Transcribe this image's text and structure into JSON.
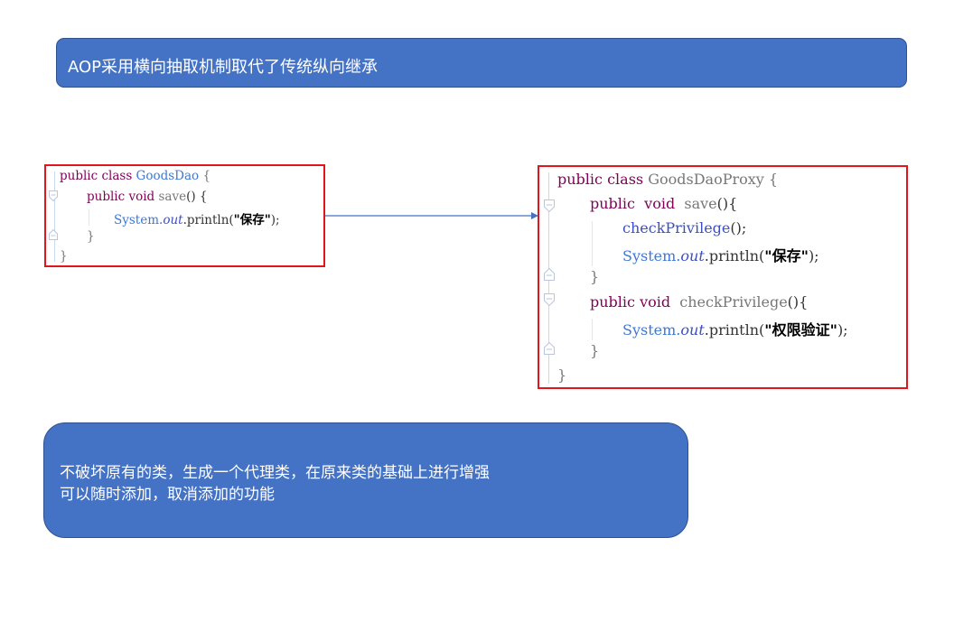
{
  "banner": {
    "text": "AOP采用横向抽取机制取代了传统纵向继承"
  },
  "left_code": {
    "lines": [
      {
        "kw": "public class ",
        "name": "GoodsDao",
        "tail": " {"
      },
      {
        "kw": "public void ",
        "name": "save",
        "tail": "() {"
      },
      {
        "sys": "System.",
        "out": "out",
        "mid": ".println(",
        "str": "\"保存\"",
        "tail": ");"
      },
      {
        "tail": "}"
      },
      {
        "tail": "}"
      }
    ]
  },
  "right_code": {
    "lines": [
      {
        "kw": "public class ",
        "name": "GoodsDaoProxy",
        "tail": " {"
      },
      {
        "kw": "public  void  ",
        "name": "save",
        "tail": "(){"
      },
      {
        "call": "checkPrivilege",
        "tail": "();"
      },
      {
        "sys": "System.",
        "out": "out",
        "mid": ".println(",
        "str": "\"保存\"",
        "tail": ");"
      },
      {
        "tail": "}"
      },
      {
        "kw": "public void  ",
        "name": "checkPrivilege",
        "tail": "(){"
      },
      {
        "sys": "System.",
        "out": "out",
        "mid": ".println(",
        "str": "\"权限验证\"",
        "tail": ");"
      },
      {
        "tail": "}"
      },
      {
        "tail": "}"
      }
    ]
  },
  "note": {
    "lines": [
      "不破坏原有的类，生成一个代理类，在原来类的基础上进行增强",
      "可以随时添加，取消添加的功能"
    ]
  },
  "colors": {
    "box_fill": "#4472c4",
    "code_border": "#e0161c",
    "keyword": "#7f0055",
    "class_name": "#3b78d8",
    "arrow": "#4472c4"
  }
}
